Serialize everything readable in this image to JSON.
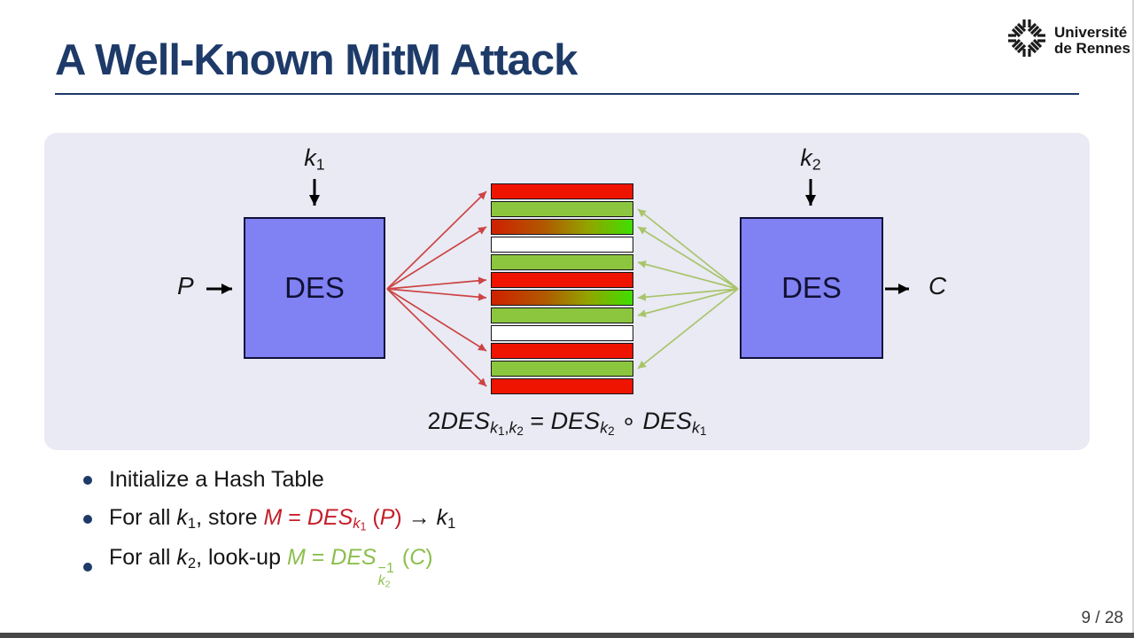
{
  "slide": {
    "title": "A Well-Known MitM Attack",
    "page": "9 / 28"
  },
  "logo": {
    "line1": "Université",
    "line2": "de Rennes"
  },
  "colors": {
    "accent_navy": "#1d3a68",
    "panel_bg": "#e9eaf4",
    "des_box": "#8081f2",
    "math_red": "#c41e2a",
    "math_green": "#8cbf4d"
  },
  "diagram": {
    "des_left": "DES",
    "des_right": "DES",
    "k1": [
      {
        "t": "k",
        "i": 1
      },
      {
        "t": "1",
        "sub": 1
      }
    ],
    "k2": [
      {
        "t": "k",
        "i": 1
      },
      {
        "t": "2",
        "sub": 1
      }
    ],
    "p": [
      {
        "t": "P",
        "i": 1
      }
    ],
    "c": [
      {
        "t": "C",
        "i": 1
      }
    ],
    "formula": [
      {
        "t": "2"
      },
      {
        "t": "DES",
        "i": 1
      },
      {
        "t": "k",
        "i": 1,
        "sub": 1
      },
      {
        "t": "1",
        "sub": 2
      },
      {
        "t": ",",
        "sub": 1
      },
      {
        "t": "k",
        "i": 1,
        "sub": 1
      },
      {
        "t": "2",
        "sub": 2
      },
      {
        "t": " = "
      },
      {
        "t": "DES",
        "i": 1
      },
      {
        "t": "k",
        "i": 1,
        "sub": 1
      },
      {
        "t": "2",
        "sub": 2
      },
      {
        "t": " ∘ "
      },
      {
        "t": "DES",
        "i": 1
      },
      {
        "t": "k",
        "i": 1,
        "sub": 1
      },
      {
        "t": "1",
        "sub": 2
      }
    ],
    "hash_table": {
      "rows": [
        "red",
        "green",
        "gradient",
        "white",
        "green",
        "red",
        "gradient",
        "green",
        "white",
        "red",
        "green",
        "red"
      ],
      "store_arrow_rows": [
        0,
        2,
        5,
        6,
        9,
        11
      ],
      "lookup_arrow_rows": [
        1,
        2,
        4,
        6,
        7,
        10
      ],
      "colors": {
        "red": "#ee1400",
        "green": "#8cc63f",
        "white": "#ffffff",
        "gradient": "linear-gradient(90deg,#cf2000,#b05a00 38%,#93a300 68%,#3fdf00)",
        "arrow_store": "#cd4444",
        "arrow_lookup": "#a9c46a"
      }
    }
  },
  "bullets": {
    "b1": [
      {
        "t": "Initialize a Hash Table"
      }
    ],
    "b2": [
      {
        "t": "For all "
      },
      {
        "t": "k",
        "i": 1
      },
      {
        "t": "1",
        "sub": 1
      },
      {
        "t": ", store "
      },
      {
        "t": "M",
        "i": 1,
        "c": "#c41e2a"
      },
      {
        "t": " = ",
        "c": "#c41e2a"
      },
      {
        "t": "DES",
        "i": 1,
        "c": "#c41e2a"
      },
      {
        "t": "k",
        "i": 1,
        "sub": 1,
        "c": "#c41e2a"
      },
      {
        "t": "1",
        "sub": 2,
        "c": "#c41e2a"
      },
      {
        "t": " (",
        "c": "#c41e2a"
      },
      {
        "t": "P",
        "i": 1,
        "c": "#c41e2a"
      },
      {
        "t": ")",
        "c": "#c41e2a"
      },
      {
        "t": " → "
      },
      {
        "t": "k",
        "i": 1
      },
      {
        "t": "1",
        "sub": 1
      }
    ],
    "b3": [
      {
        "t": "For all "
      },
      {
        "t": "k",
        "i": 1
      },
      {
        "t": "2",
        "sub": 1
      },
      {
        "t": ", look-up "
      },
      {
        "t": "M",
        "i": 1,
        "c": "#8cbf4d"
      },
      {
        "t": " = ",
        "c": "#8cbf4d"
      },
      {
        "t": "DES",
        "i": 1,
        "c": "#8cbf4d"
      },
      {
        "stack": {
          "sup": [
            {
              "t": "−1"
            }
          ],
          "sub": [
            {
              "t": "k",
              "i": 1
            },
            {
              "t": "2",
              "sub": 1
            }
          ]
        },
        "c": "#8cbf4d"
      },
      {
        "t": " (",
        "c": "#8cbf4d"
      },
      {
        "t": "C",
        "i": 1,
        "c": "#8cbf4d"
      },
      {
        "t": ")",
        "c": "#8cbf4d"
      }
    ]
  }
}
